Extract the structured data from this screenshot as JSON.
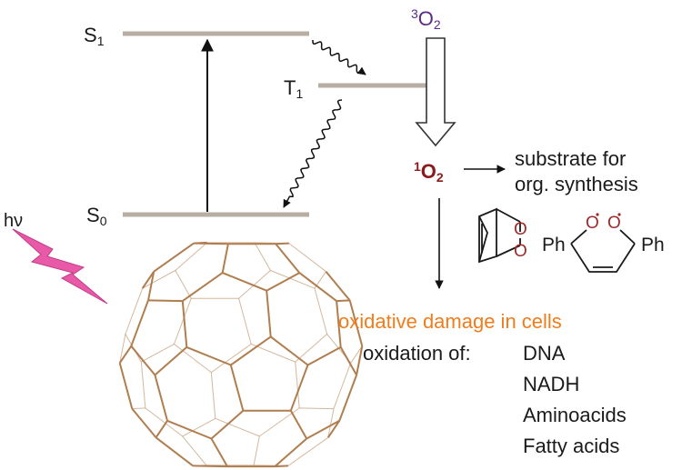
{
  "levels": {
    "s1": {
      "letter": "S",
      "sub": "1"
    },
    "t1": {
      "letter": "T",
      "sub": "1"
    },
    "s0": {
      "letter": "S",
      "sub": "0"
    }
  },
  "hv": "hν",
  "triplet_oxygen": {
    "sup": "3",
    "main": "O",
    "sub": "2"
  },
  "singlet_oxygen": {
    "sup": "1",
    "main": "O",
    "sub": "2"
  },
  "substrate": {
    "line1": "substrate for",
    "line2": "org. synthesis"
  },
  "endoperoxide": {
    "o1": "O",
    "o2": "O",
    "o3": "O",
    "o4": "O",
    "ph_left": "Ph",
    "ph_right": "Ph"
  },
  "damage_title": "oxidative damage in cells",
  "oxidation_label": "oxidation of:",
  "targets": [
    "DNA",
    "NADH",
    "Aminoacids",
    "Fatty acids"
  ],
  "colors": {
    "level_line": "#b9aea4",
    "fullerene": "#b07d4f",
    "lightning": "#e85aa8",
    "singlet_o2": "#8b1a1a",
    "triplet_o2": "#5b2a86",
    "damage_title": "#f07c1c"
  }
}
